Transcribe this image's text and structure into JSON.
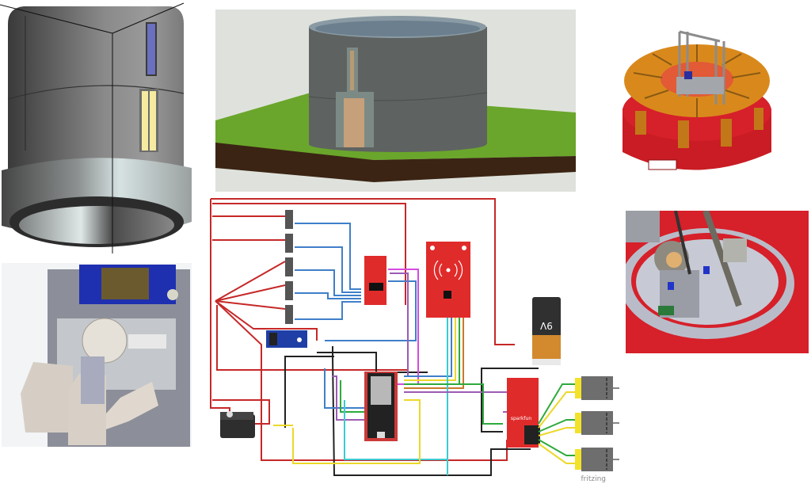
{
  "figure": {
    "panels": [
      {
        "id": "tower-render",
        "description": "CAD render of cylindrical tower with windows and base ring"
      },
      {
        "id": "building-render",
        "description": "Architectural render of cylindrical building on grass plot"
      },
      {
        "id": "rotary-base-render",
        "description": "CAD render of red rotary base with orange radial compartments and vertical lift"
      },
      {
        "id": "gripper-render",
        "description": "CAD render of gear-driven gripper mechanism with blue servo"
      },
      {
        "id": "gear-mechanism-render",
        "description": "CAD render of gear drive and rail inside circular track on red plate"
      },
      {
        "id": "wiring-diagram",
        "description": "Fritzing breadboard wiring diagram"
      }
    ],
    "wiring": {
      "components": {
        "switches": [
          "switch-1",
          "switch-2",
          "switch-3",
          "switch-4",
          "switch-5"
        ],
        "mux_board": "multiplexer-breakout",
        "rfid_reader": "RFID-RC522",
        "ir_sensor": "IR sensor module",
        "microcontroller": "ESP32 DevKit",
        "motor_driver_brand": "sparkfun",
        "motors": [
          "dc-motor-1",
          "dc-motor-2",
          "dc-motor-3"
        ],
        "servo": "servo-motor"
      },
      "battery_label": "9V",
      "watermark": "fritzing",
      "wire_colors": {
        "power": "#c62828",
        "ground": "#222222",
        "signal_blue": "#3f7fc9",
        "signal_green": "#2eaa3c",
        "signal_yellow": "#ecd82a",
        "signal_purple": "#9c5bb5",
        "signal_magenta": "#d64be0",
        "signal_cyan": "#3ccad0",
        "signal_orange": "#c97a2a"
      }
    },
    "colors": {
      "board_red": "#e02b2b",
      "base_red": "#d6202a",
      "compartment_orange": "#d9891c",
      "grass_green": "#6aa62b",
      "soil_brown": "#3b2414",
      "tower_gray": "#5e6361",
      "servo_blue": "#1e2fb0"
    }
  }
}
